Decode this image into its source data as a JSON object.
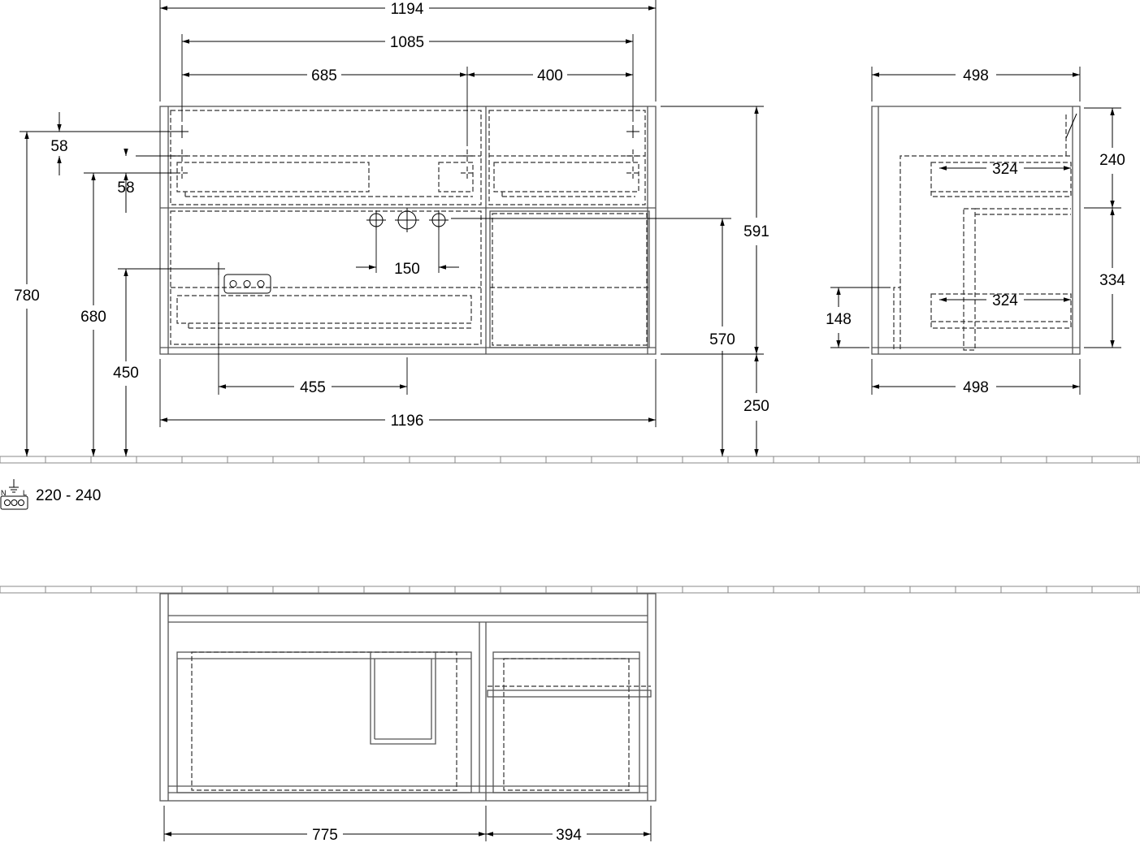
{
  "dimensions": {
    "front_overall_width_top": "1194",
    "front_inner_width": "1085",
    "front_left_section": "685",
    "front_right_section": "400",
    "top_hole_offset_1": "58",
    "top_hole_offset_2": "58",
    "height_780": "780",
    "height_680": "680",
    "height_450": "450",
    "tap_hole_spacing": "150",
    "socket_offset": "455",
    "front_overall_width_bottom": "1196",
    "cabinet_height": "591",
    "height_570": "570",
    "floor_clearance": "250",
    "side_depth_top": "498",
    "side_depth_bottom": "498",
    "side_upper_drawer_depth": "324",
    "side_lower_drawer_depth": "324",
    "side_upper_height": "240",
    "side_lower_height": "334",
    "side_socket_height": "148",
    "plan_left_width": "775",
    "plan_right_width": "394"
  },
  "electrical": {
    "voltage": "220 - 240",
    "symbol_n": "N",
    "symbol_l": "L"
  }
}
